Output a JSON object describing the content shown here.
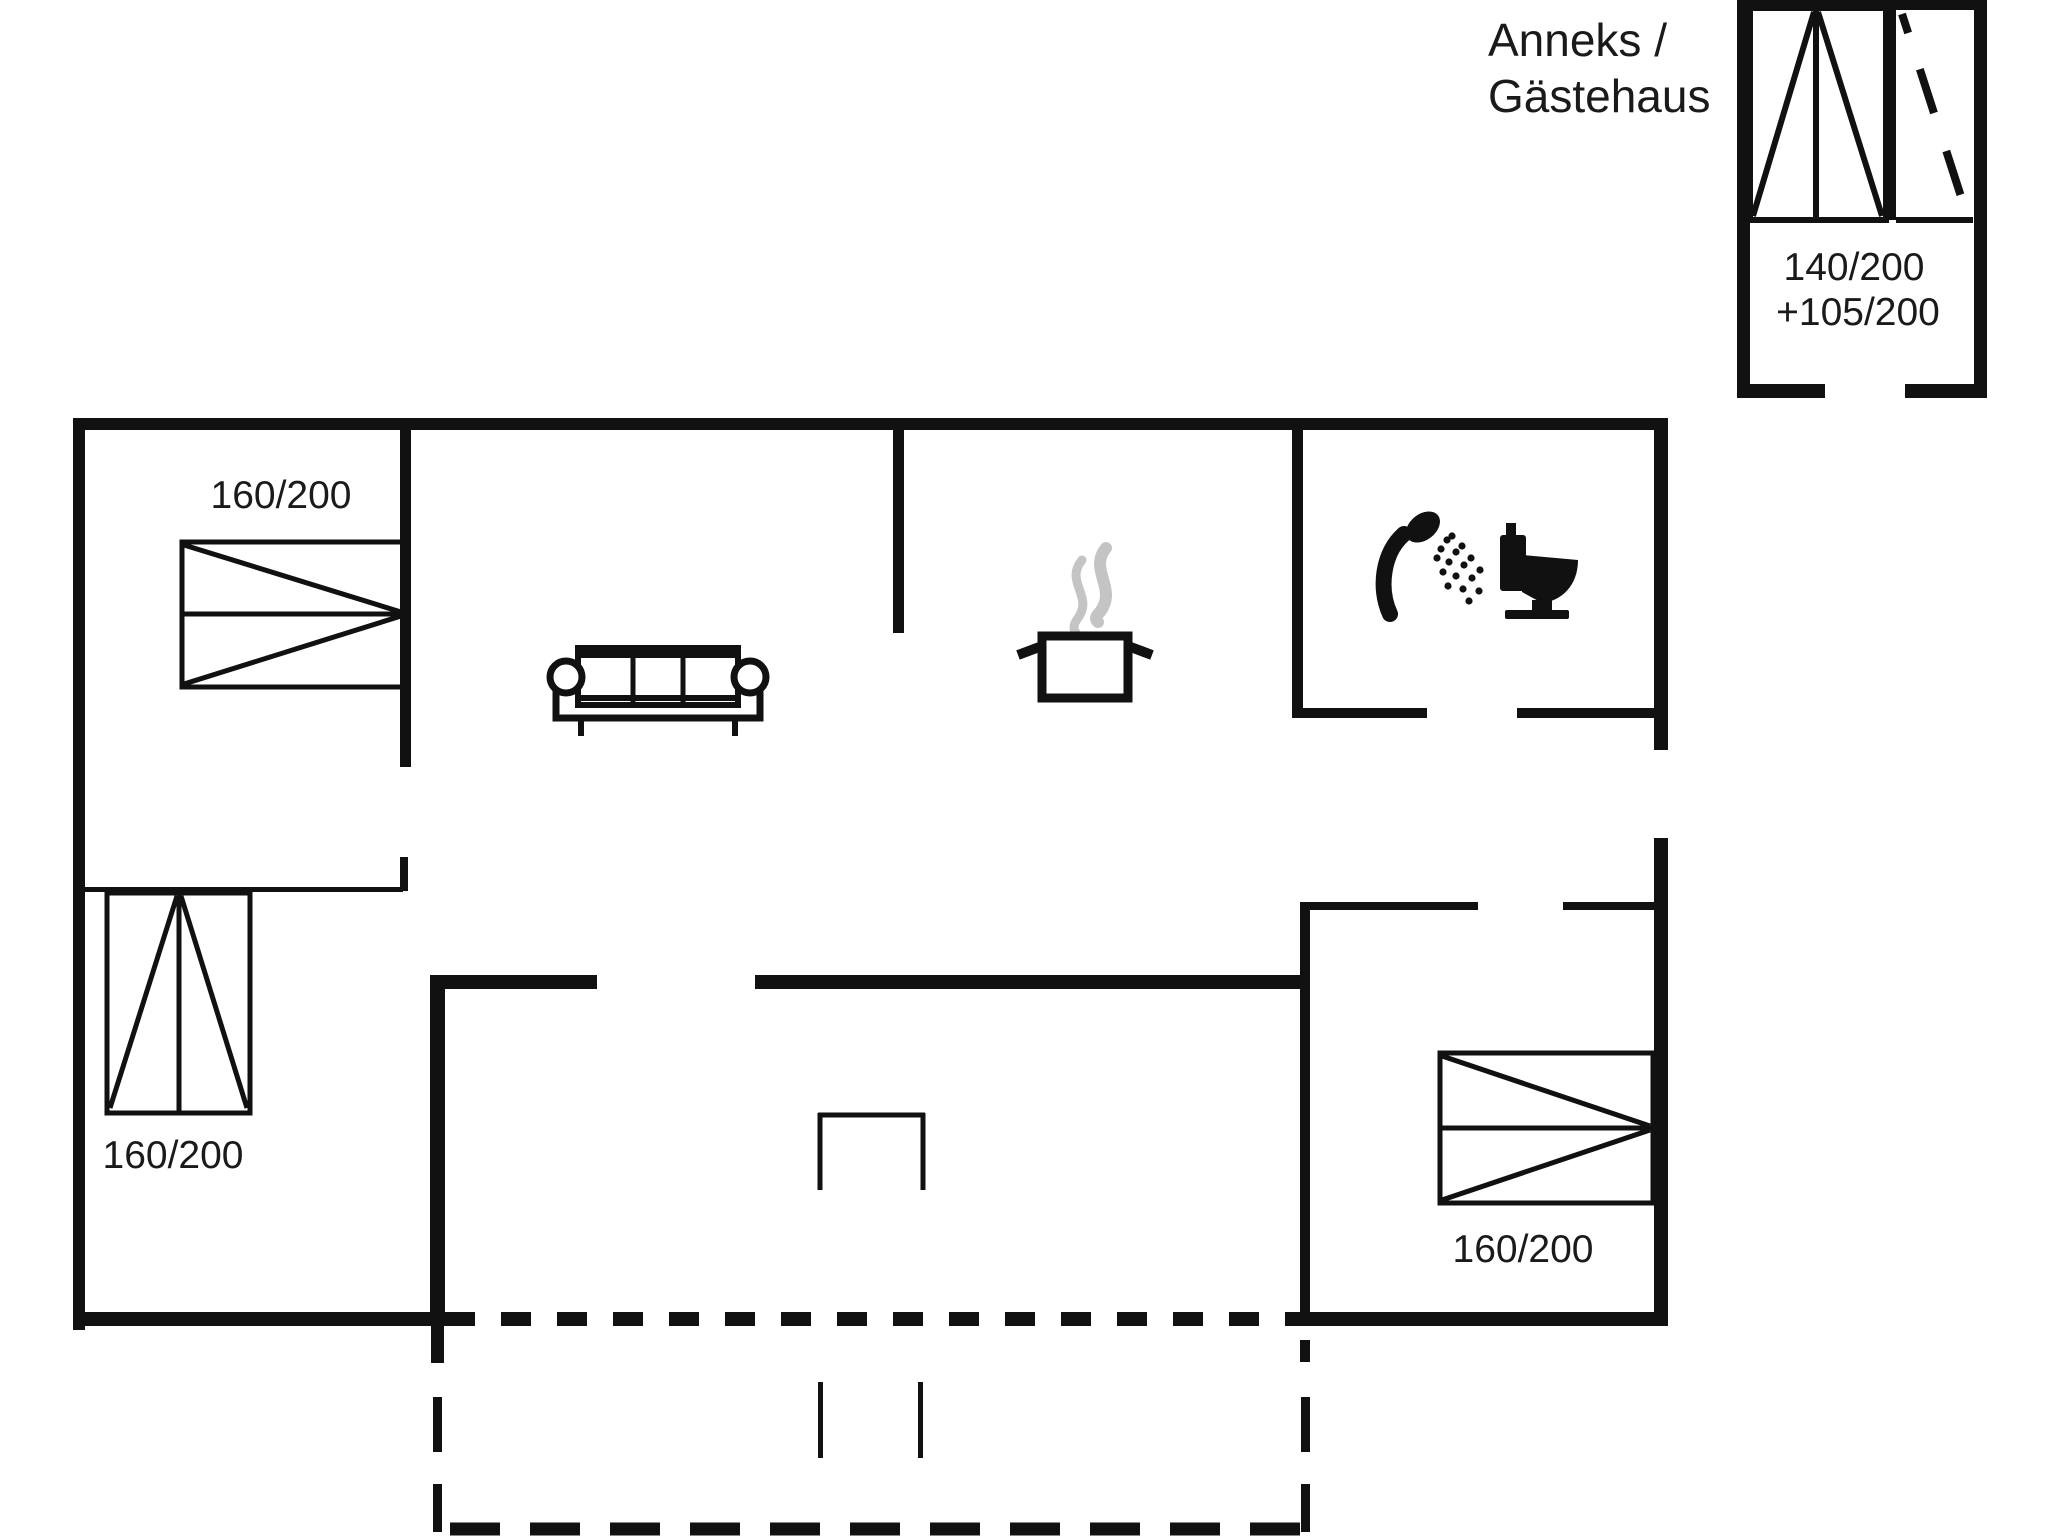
{
  "colors": {
    "line": "#111111",
    "steam_gray": "#c4c4c4",
    "text": "#1a1a1a",
    "background": "#ffffff"
  },
  "annex": {
    "title_line1": "Anneks /",
    "title_line2": "Gästehaus",
    "bed_size_line1": "140/200",
    "bed_size_line2": "+105/200"
  },
  "rooms": {
    "bedroom_top_left": {
      "bed_size": "160/200"
    },
    "bedroom_bottom_left": {
      "bed_size": "160/200"
    },
    "bedroom_bottom_right": {
      "bed_size": "160/200"
    }
  },
  "icons": [
    "sofa-icon",
    "cooking-pot-icon",
    "steam-icon",
    "shower-icon",
    "toilet-icon",
    "double-bed-symbol",
    "table-symbol",
    "terrace-dashed-outline"
  ]
}
